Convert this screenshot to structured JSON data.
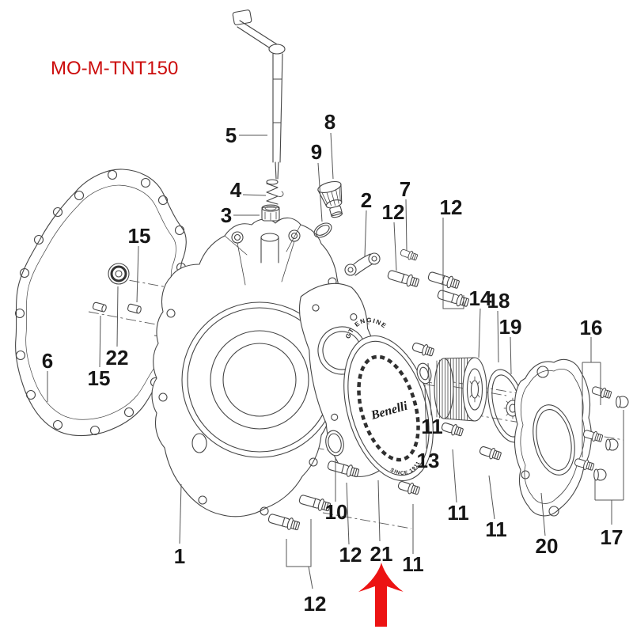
{
  "title": "MO-M-TNT150",
  "colors": {
    "title_red": "#cc0e0e",
    "arrow_red": "#ec1313",
    "line": "#454545"
  },
  "cap_logo": {
    "top": "GT ENGINE",
    "name": "Benelli",
    "bottom": "SINCE 1911"
  },
  "annotation_arrow": {
    "points_to_part": "21"
  },
  "callouts": [
    {
      "num": "5"
    },
    {
      "num": "4"
    },
    {
      "num": "3"
    },
    {
      "num": "8"
    },
    {
      "num": "9"
    },
    {
      "num": "2"
    },
    {
      "num": "7"
    },
    {
      "num": "12"
    },
    {
      "num": "12"
    },
    {
      "num": "15"
    },
    {
      "num": "22"
    },
    {
      "num": "15"
    },
    {
      "num": "6"
    },
    {
      "num": "1"
    },
    {
      "num": "12"
    },
    {
      "num": "12"
    },
    {
      "num": "10"
    },
    {
      "num": "21"
    },
    {
      "num": "11"
    },
    {
      "num": "13"
    },
    {
      "num": "11"
    },
    {
      "num": "11"
    },
    {
      "num": "11"
    },
    {
      "num": "14"
    },
    {
      "num": "18"
    },
    {
      "num": "19"
    },
    {
      "num": "16"
    },
    {
      "num": "17"
    },
    {
      "num": "20"
    }
  ]
}
